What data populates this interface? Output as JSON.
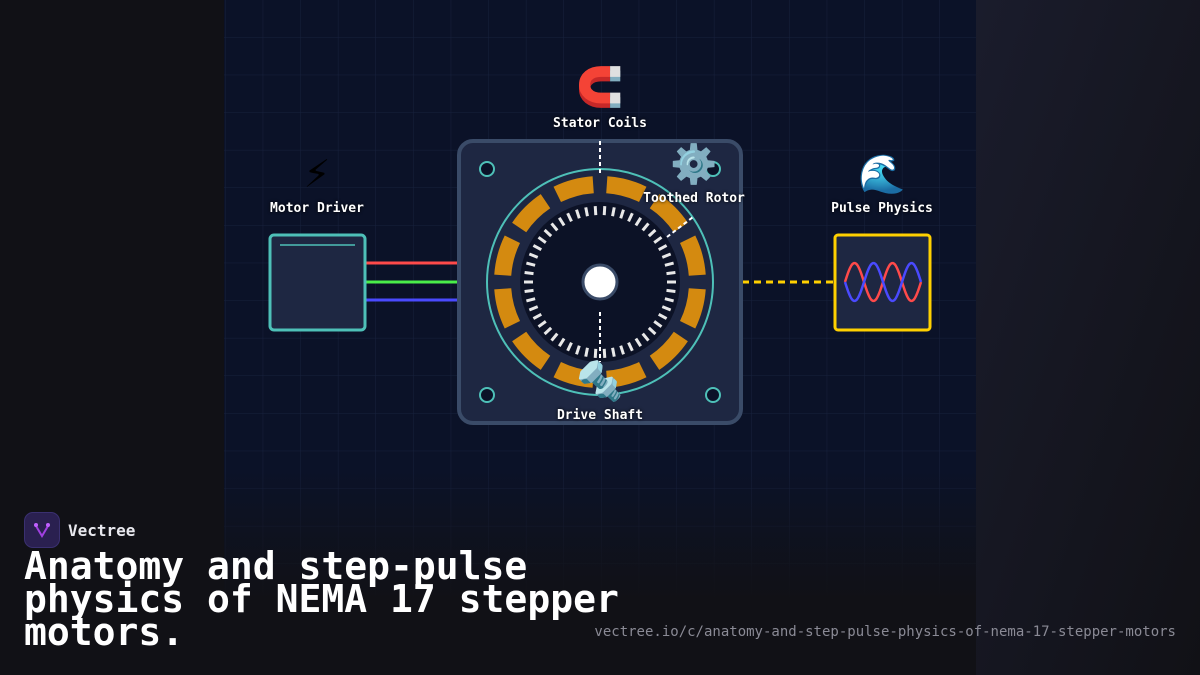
{
  "diagram": {
    "labels": {
      "stator": "Stator Coils",
      "rotor": "Toothed Rotor",
      "shaft": "Drive Shaft",
      "driver": "Motor Driver",
      "pulse": "Pulse Physics"
    },
    "icons": {
      "stator": "magnet-icon",
      "rotor": "gear-icon",
      "shaft": "bolt-nut-icon",
      "driver": "lightning-icon",
      "pulse": "wave-icon"
    },
    "colors": {
      "background": "#0b1228",
      "stator_segment": "#d48a10",
      "rotor_teeth": "#e8e8e8",
      "housing_outline": "#4ec0b8",
      "wire_a": "#ff4a4a",
      "wire_b": "#4aee4a",
      "wire_c": "#4a4aff",
      "pulse_box": "#ffd000"
    }
  },
  "brand": {
    "name": "Vectree"
  },
  "title": "Anatomy and step-pulse physics of NEMA 17 stepper motors.",
  "url": "vectree.io/c/anatomy-and-step-pulse-physics-of-nema-17-stepper-motors"
}
